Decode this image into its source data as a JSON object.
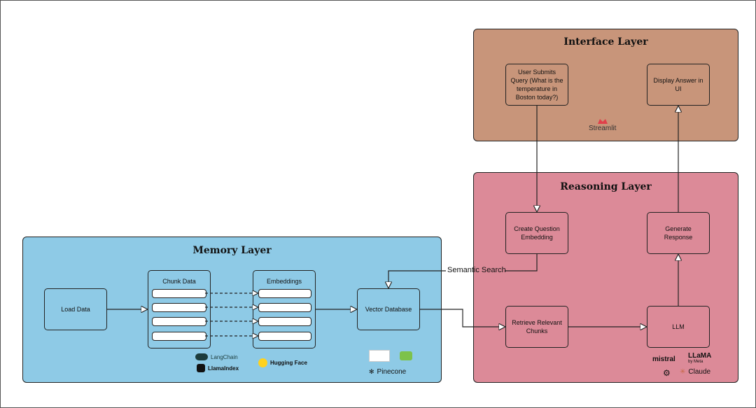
{
  "layers": {
    "memory": {
      "title": "Memory Layer",
      "fill": "#8ecae6"
    },
    "reasoning": {
      "title": "Reasoning Layer",
      "fill": "#dc8a98"
    },
    "interface": {
      "title": "Interface Layer",
      "fill": "#c8957a"
    }
  },
  "nodes": {
    "load_data": "Load Data",
    "chunk_data": "Chunk Data",
    "embeddings": "Embeddings",
    "vector_db": "Vector Database",
    "user_query": "User Submits Query (What is the temperature in Boston today?)",
    "display_answer": "Display Answer in UI",
    "create_question_embedding": "Create Question Embedding",
    "generate_response": "Generate Response",
    "retrieve_chunks": "Retrieve Relevant Chunks",
    "llm": "LLM"
  },
  "edge_labels": {
    "semantic_search": "Semantic Search"
  },
  "logos": {
    "streamlit": "Streamlit",
    "langchain": "LangChain",
    "llamaindex": "LlamaIndex",
    "huggingface": "Hugging Face",
    "pinecone": "Pinecone",
    "mistral": "mistral",
    "llama": "LLaMA",
    "meta": "by Meta",
    "claude": "Claude"
  }
}
